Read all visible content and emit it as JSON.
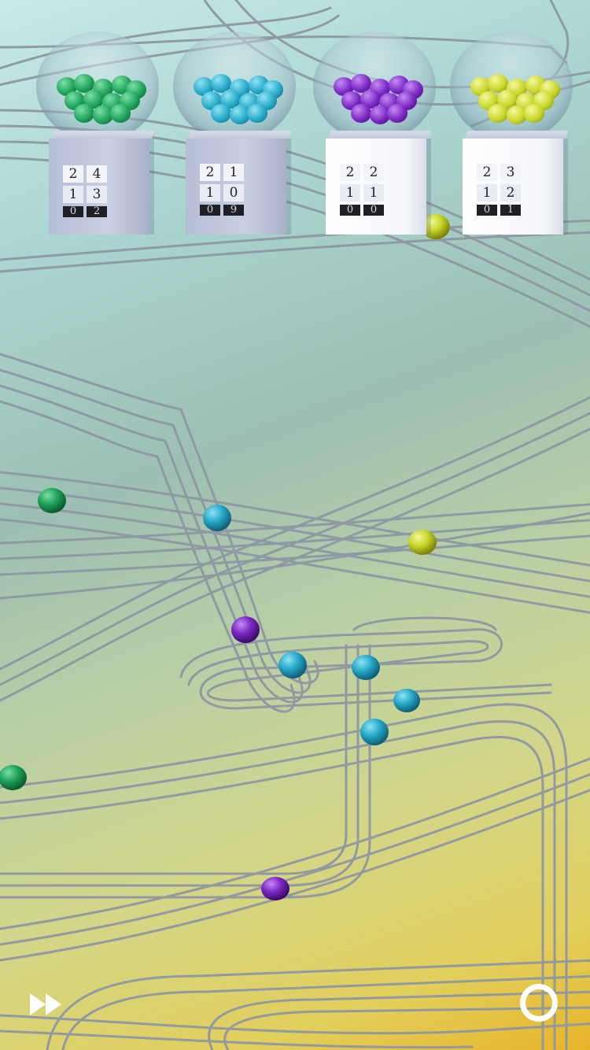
{
  "colors": {
    "green": "#1fa35a",
    "cyan": "#27a9c9",
    "purple": "#7a27c4",
    "yellow": "#c9d62a",
    "track": "#9aa3ae"
  },
  "machines": [
    {
      "color": "green",
      "counter": {
        "top": [
          "2",
          "4"
        ],
        "middle": [
          "1",
          "3"
        ],
        "bottom": [
          "0",
          "2"
        ]
      }
    },
    {
      "color": "cyan",
      "counter": {
        "top": [
          "2",
          "1"
        ],
        "middle": [
          "1",
          "0"
        ],
        "bottom": [
          "0",
          "9"
        ]
      }
    },
    {
      "color": "purple",
      "counter": {
        "top": [
          "2",
          "2"
        ],
        "middle": [
          "1",
          "1"
        ],
        "bottom": [
          "0",
          "0"
        ]
      }
    },
    {
      "color": "yellow",
      "counter": {
        "top": [
          "2",
          "3"
        ],
        "middle": [
          "1",
          "2"
        ],
        "bottom": [
          "0",
          "1"
        ]
      }
    }
  ],
  "controls": {
    "fast_forward_icon": "fast-forward-icon",
    "restart_icon": "restart-ring-icon"
  }
}
